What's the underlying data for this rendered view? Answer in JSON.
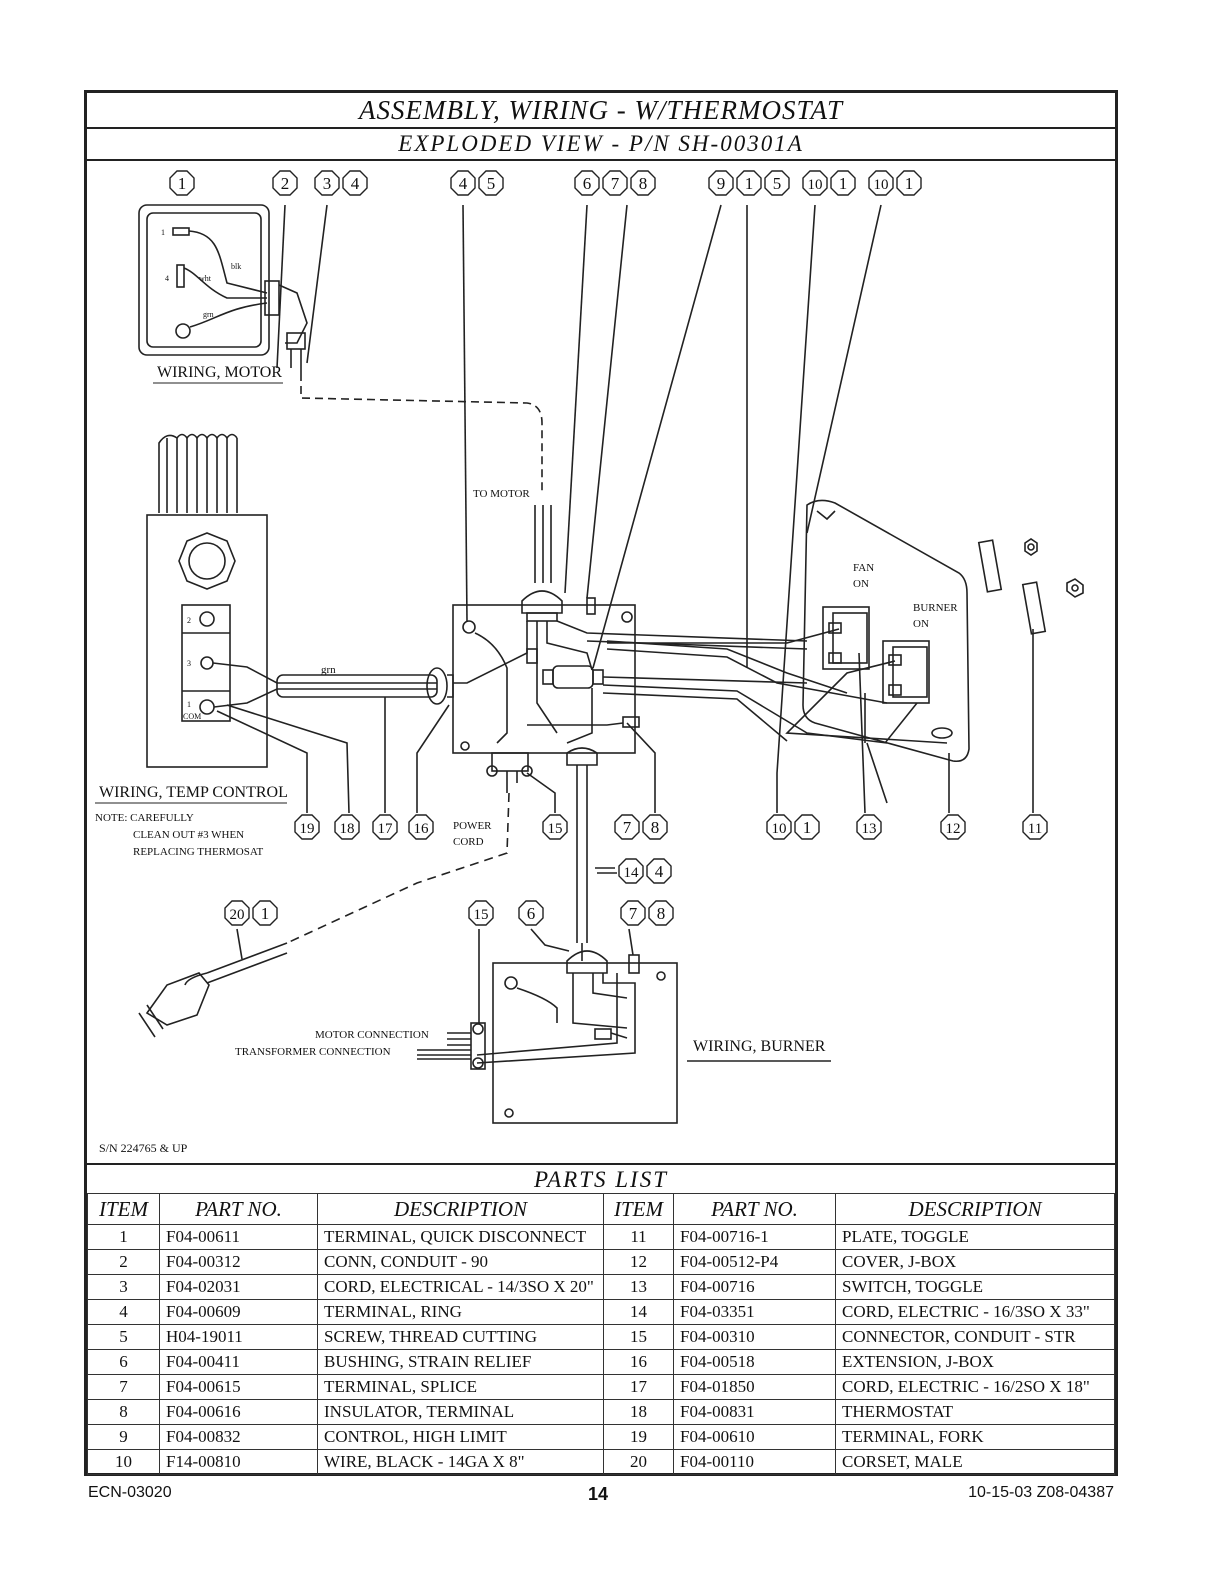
{
  "header": {
    "title": "ASSEMBLY, WIRING - W/THERMOSTAT",
    "subtitle": "EXPLODED VIEW - P/N SH-00301A"
  },
  "diagram": {
    "callouts_top": [
      {
        "id": "c-1",
        "nums": [
          "1"
        ]
      },
      {
        "id": "c-2",
        "nums": [
          "2"
        ]
      },
      {
        "id": "c-34",
        "nums": [
          "3",
          "4"
        ]
      },
      {
        "id": "c-45",
        "nums": [
          "4",
          "5"
        ]
      },
      {
        "id": "c-678",
        "nums": [
          "6",
          "7",
          "8"
        ]
      },
      {
        "id": "c-915",
        "nums": [
          "9",
          "1",
          "5"
        ]
      },
      {
        "id": "c-101a",
        "nums": [
          "10",
          "1"
        ]
      },
      {
        "id": "c-101b",
        "nums": [
          "10",
          "1"
        ]
      }
    ],
    "callouts_mid": [
      {
        "id": "c-19",
        "nums": [
          "19"
        ]
      },
      {
        "id": "c-18",
        "nums": [
          "18"
        ]
      },
      {
        "id": "c-17",
        "nums": [
          "17"
        ]
      },
      {
        "id": "c-16",
        "nums": [
          "16"
        ]
      },
      {
        "id": "c-15a",
        "nums": [
          "15"
        ]
      },
      {
        "id": "c-78a",
        "nums": [
          "7",
          "8"
        ]
      },
      {
        "id": "c-101c",
        "nums": [
          "10",
          "1"
        ]
      },
      {
        "id": "c-13",
        "nums": [
          "13"
        ]
      },
      {
        "id": "c-12",
        "nums": [
          "12"
        ]
      },
      {
        "id": "c-11",
        "nums": [
          "11"
        ]
      },
      {
        "id": "c-144",
        "nums": [
          "14",
          "4"
        ]
      },
      {
        "id": "c-201",
        "nums": [
          "20",
          "1"
        ]
      },
      {
        "id": "c-15b",
        "nums": [
          "15"
        ]
      },
      {
        "id": "c-6",
        "nums": [
          "6"
        ]
      },
      {
        "id": "c-78b",
        "nums": [
          "7",
          "8"
        ]
      }
    ],
    "labels": {
      "wiring_motor": "WIRING, MOTOR",
      "wiring_temp": "WIRING, TEMP CONTROL",
      "wiring_burner": "WIRING, BURNER",
      "note_1": "NOTE: CAREFULLY",
      "note_2": "CLEAN OUT #3 WHEN",
      "note_3": "REPLACING THERMOSAT",
      "to_motor": "TO MOTOR",
      "power": "POWER",
      "cord": "CORD",
      "fan": "FAN",
      "fan_on": "ON",
      "burner": "BURNER",
      "burner_on": "ON",
      "grn": "grn",
      "motor_conn": "MOTOR CONNECTION",
      "transformer_conn": "TRANSFORMER CONNECTION",
      "blk": "blk",
      "wht": "wht",
      "grn_small": "grn",
      "t1": "1",
      "t4": "4",
      "tc2": "2",
      "tc3": "3",
      "tc1": "1",
      "tc_com": "COM"
    }
  },
  "serial": "S/N 224765 & UP",
  "parts_list": {
    "title": "PARTS LIST",
    "headers": [
      "ITEM",
      "PART NO.",
      "DESCRIPTION",
      "ITEM",
      "PART NO.",
      "DESCRIPTION"
    ],
    "rows": [
      [
        "1",
        "F04-00611",
        "TERMINAL, QUICK DISCONNECT",
        "11",
        "F04-00716-1",
        "PLATE, TOGGLE"
      ],
      [
        "2",
        "F04-00312",
        "CONN, CONDUIT - 90",
        "12",
        "F04-00512-P4",
        "COVER, J-BOX"
      ],
      [
        "3",
        "F04-02031",
        "CORD, ELECTRICAL - 14/3SO X 20\"",
        "13",
        "F04-00716",
        "SWITCH, TOGGLE"
      ],
      [
        "4",
        "F04-00609",
        "TERMINAL, RING",
        "14",
        "F04-03351",
        "CORD, ELECTRIC - 16/3SO X 33\""
      ],
      [
        "5",
        "H04-19011",
        "SCREW, THREAD CUTTING",
        "15",
        "F04-00310",
        "CONNECTOR, CONDUIT - STR"
      ],
      [
        "6",
        "F04-00411",
        "BUSHING, STRAIN RELIEF",
        "16",
        "F04-00518",
        "EXTENSION, J-BOX"
      ],
      [
        "7",
        "F04-00615",
        "TERMINAL, SPLICE",
        "17",
        "F04-01850",
        "CORD, ELECTRIC - 16/2SO X 18\""
      ],
      [
        "8",
        "F04-00616",
        "INSULATOR, TERMINAL",
        "18",
        "F04-00831",
        "THERMOSTAT"
      ],
      [
        "9",
        "F04-00832",
        "CONTROL, HIGH LIMIT",
        "19",
        "F04-00610",
        "TERMINAL, FORK"
      ],
      [
        "10",
        "F14-00810",
        "WIRE, BLACK - 14GA X 8\"",
        "20",
        "F04-00110",
        "CORSET, MALE"
      ]
    ]
  },
  "footer": {
    "left": "ECN-03020",
    "center": "14",
    "right": "10-15-03 Z08-04387"
  }
}
